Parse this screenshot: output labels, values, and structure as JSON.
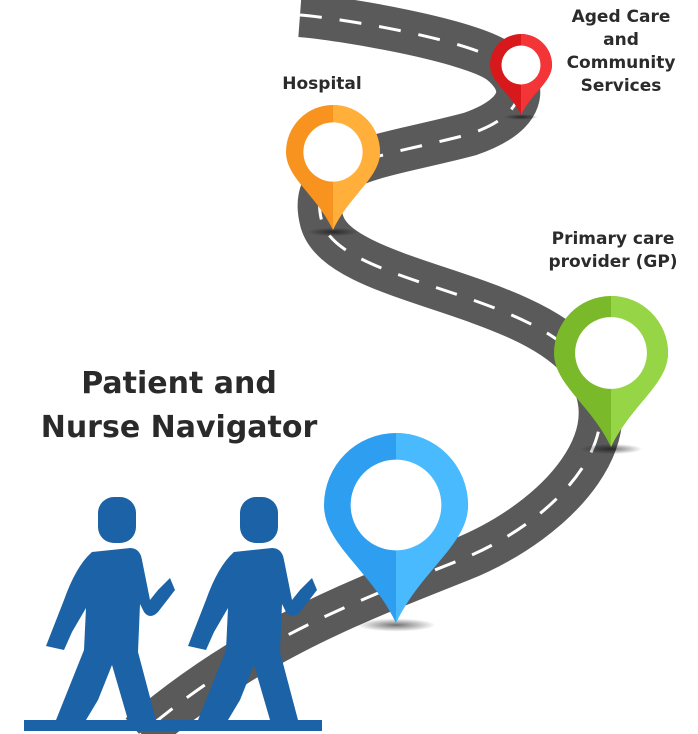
{
  "colors": {
    "road": "#5a5a5a",
    "road_dash": "#ffffff",
    "pin_hospital": "#f7931e",
    "pin_aged_care": "#d7191c",
    "pin_gp": "#7ab929",
    "pin_patient": "#2e9ef0",
    "walkers": "#1b63a6",
    "text": "#2b2b2b"
  },
  "stops": {
    "hospital": {
      "lines": [
        "Hospital"
      ],
      "pin_icon": "map-pin-icon",
      "pin_color": "orange"
    },
    "aged_care": {
      "lines": [
        "Aged Care",
        "and",
        "Community",
        "Services"
      ],
      "pin_icon": "map-pin-icon",
      "pin_color": "red"
    },
    "gp": {
      "lines": [
        "Primary care",
        "provider (GP)"
      ],
      "pin_icon": "map-pin-icon",
      "pin_color": "green"
    },
    "patient": {
      "lines": [
        "Patient and",
        "Nurse Navigator"
      ],
      "pin_icon": "map-pin-icon",
      "pin_color": "blue"
    }
  },
  "figures": {
    "icon": "walking-people-icon",
    "count": 2
  }
}
